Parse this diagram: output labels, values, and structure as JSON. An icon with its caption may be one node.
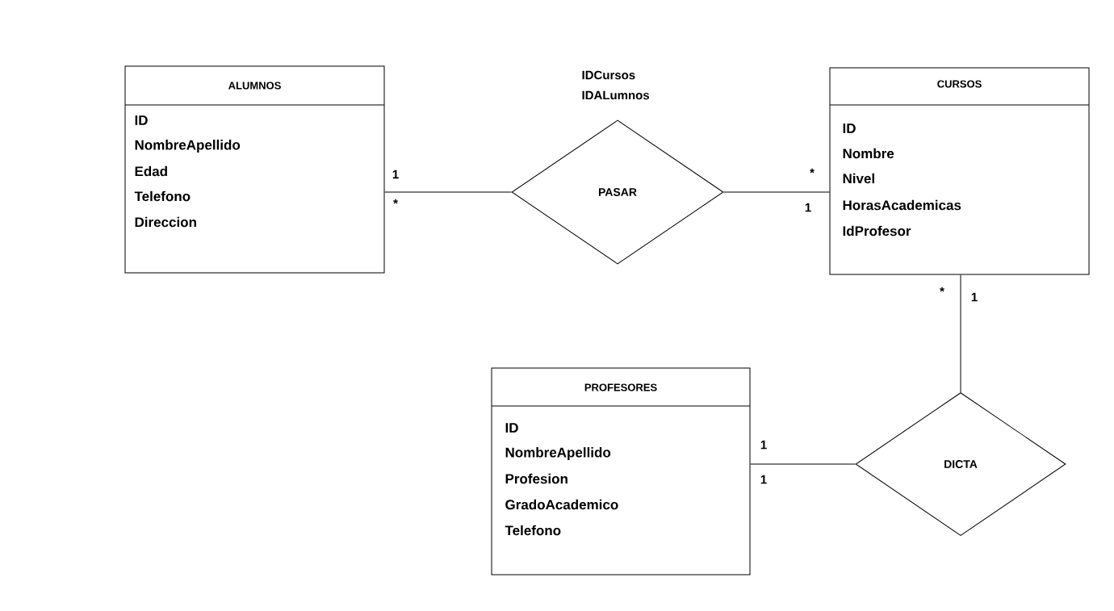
{
  "diagram": {
    "nodes": [
      {
        "text": [
          "ALUMNOS",
          "ID",
          "NombreApellido",
          "Edad",
          "Telefono",
          "Direccion"
        ]
      },
      {
        "text": [
          "PASAR"
        ],
        "beside": [
          "IDCursos",
          "IDALumnos"
        ]
      },
      {
        "text": [
          "CURSOS",
          "ID",
          "Nombre",
          "Nivel",
          "HorasAcademicas",
          "IdProfesor"
        ]
      },
      {
        "text": [
          "PROFESORES",
          "ID",
          "NombreApellido",
          "Profesion",
          "GradoAcademico",
          "Telefono"
        ]
      },
      {
        "text": [
          "DICTA"
        ]
      }
    ],
    "edges": [
      {
        "from": 0,
        "to": 1,
        "arrow": "none"
      },
      {
        "from": 1,
        "to": 2,
        "arrow": "none"
      },
      {
        "from": 2,
        "to": 4,
        "arrow": "none"
      },
      {
        "from": 3,
        "to": 4,
        "arrow": "none"
      }
    ],
    "labels": [
      "1",
      "*",
      "*",
      "1",
      "*",
      "1",
      "1",
      "1"
    ]
  }
}
